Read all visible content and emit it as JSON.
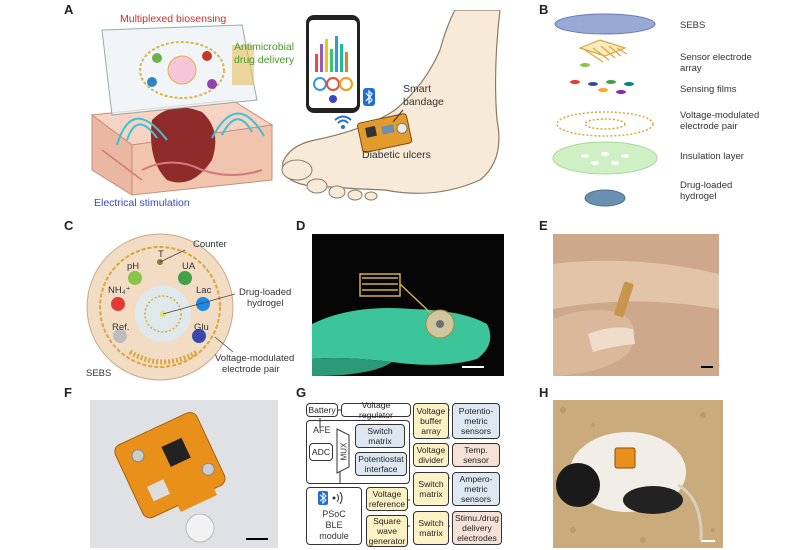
{
  "panels": {
    "A": {
      "letter": "A",
      "labels": {
        "multiplexed": "Multiplexed biosensing",
        "antimicrobial_line1": "Antimicrobial",
        "antimicrobial_line2": "drug delivery",
        "electrical": "Electrical stimulation",
        "smart_line1": "Smart",
        "smart_line2": "bandage",
        "diabetic": "Diabetic ulcers"
      },
      "colors": {
        "red": "#d42a2a",
        "green": "#4a9a2a",
        "blue": "#3548c8"
      }
    },
    "B": {
      "letter": "B",
      "layers": [
        {
          "name": "SEBS"
        },
        {
          "name": "Sensor electrode\narray"
        },
        {
          "name": "Sensing films"
        },
        {
          "name": "Voltage-modulated\nelectrode pair"
        },
        {
          "name": "Insulation layer"
        },
        {
          "name": "Drug-loaded\nhydrogel"
        }
      ]
    },
    "C": {
      "letter": "C",
      "labels": {
        "counter": "Counter",
        "t": "T",
        "ph": "pH",
        "ua": "UA",
        "nh4": "NH₄⁺",
        "lac": "Lac",
        "ref": "Ref.",
        "glu": "Glu",
        "drug_line1": "Drug-loaded",
        "drug_line2": "hydrogel",
        "sebs": "SEBS",
        "vm_line1": "Voltage-modulated",
        "vm_line2": "electrode pair"
      }
    },
    "D": {
      "letter": "D"
    },
    "E": {
      "letter": "E"
    },
    "F": {
      "letter": "F"
    },
    "G": {
      "letter": "G",
      "blocks": {
        "battery": "Battery",
        "voltage_regulator": "Voltage regulator",
        "afe": "AFE",
        "adc": "ADC",
        "mux": "MUX",
        "switch_matrix_blue": "Switch\nmatrix",
        "potentiostat": "Potentiostat\ninterface",
        "voltage_buffer": "Voltage\nbuffer\narray",
        "voltage_divider": "Voltage\ndivider",
        "potentiometric": "Potentio-\nmetric\nsensors",
        "temp_sensor": "Temp.\nsensor",
        "voltage_reference": "Voltage\nreference",
        "switch_matrix_2": "Switch\nmatrix",
        "amperometric": "Ampero-\nmetric\nsensors",
        "psoc": "PSoC\nBLE\nmodule",
        "square_wave": "Square\nwave\ngenerator",
        "switch_matrix_3": "Switch\nmatrix",
        "stimu": "Stimu./drug\ndelivery\nelectrodes"
      }
    },
    "H": {
      "letter": "H"
    }
  }
}
